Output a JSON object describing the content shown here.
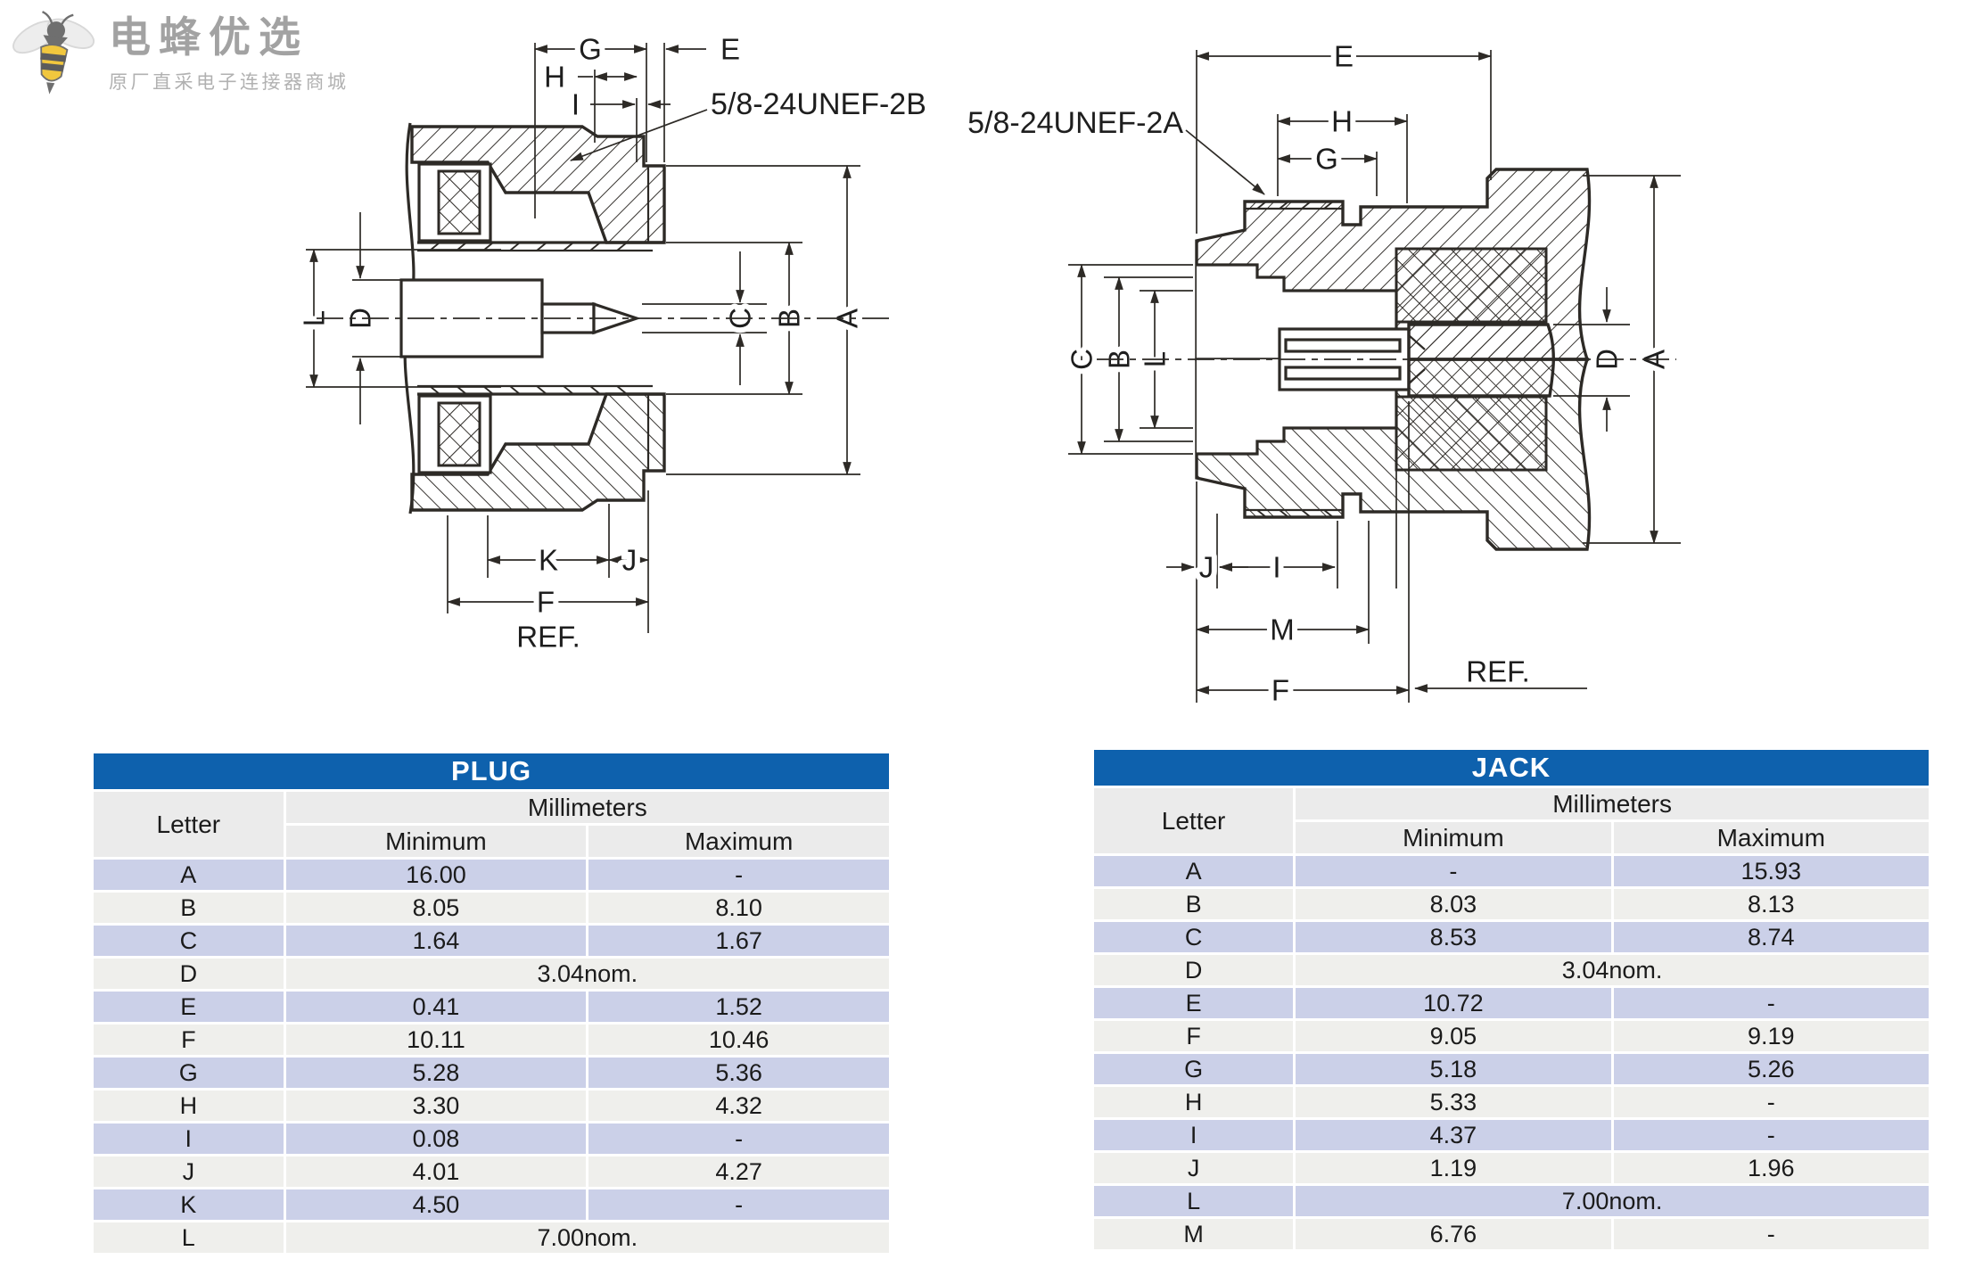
{
  "logo": {
    "brand": "电蜂优选",
    "tagline": "原厂直采电子连接器商城"
  },
  "plug_drawing": {
    "thread_label": "5/8-24UNEF-2B",
    "labels": {
      "g": "G",
      "e": "E",
      "h": "H",
      "i": "I",
      "l": "L",
      "d": "D",
      "c": "C",
      "b": "B",
      "a": "A",
      "k": "K",
      "j": "J",
      "f": "F",
      "ref": "REF."
    }
  },
  "jack_drawing": {
    "thread_label": "5/8-24UNEF-2A",
    "labels": {
      "e": "E",
      "h": "H",
      "g": "G",
      "c": "C",
      "b": "B",
      "l": "L",
      "d": "D",
      "a": "A",
      "j": "J",
      "i": "I",
      "m": "M",
      "f": "F",
      "ref": "REF."
    }
  },
  "plug_table": {
    "title": "PLUG",
    "col_letter": "Letter",
    "col_group": "Millimeters",
    "col_min": "Minimum",
    "col_max": "Maximum",
    "rows": [
      {
        "letter": "A",
        "min": "16.00",
        "max": "-"
      },
      {
        "letter": "B",
        "min": "8.05",
        "max": "8.10"
      },
      {
        "letter": "C",
        "min": "1.64",
        "max": "1.67"
      },
      {
        "letter": "D",
        "span": "3.04nom."
      },
      {
        "letter": "E",
        "min": "0.41",
        "max": "1.52"
      },
      {
        "letter": "F",
        "min": "10.11",
        "max": "10.46"
      },
      {
        "letter": "G",
        "min": "5.28",
        "max": "5.36"
      },
      {
        "letter": "H",
        "min": "3.30",
        "max": "4.32"
      },
      {
        "letter": "I",
        "min": "0.08",
        "max": "-"
      },
      {
        "letter": "J",
        "min": "4.01",
        "max": "4.27"
      },
      {
        "letter": "K",
        "min": "4.50",
        "max": "-"
      },
      {
        "letter": "L",
        "span": "7.00nom."
      }
    ]
  },
  "jack_table": {
    "title": "JACK",
    "col_letter": "Letter",
    "col_group": "Millimeters",
    "col_min": "Minimum",
    "col_max": "Maximum",
    "rows": [
      {
        "letter": "A",
        "min": "-",
        "max": "15.93"
      },
      {
        "letter": "B",
        "min": "8.03",
        "max": "8.13"
      },
      {
        "letter": "C",
        "min": "8.53",
        "max": "8.74"
      },
      {
        "letter": "D",
        "span": "3.04nom."
      },
      {
        "letter": "E",
        "min": "10.72",
        "max": "-"
      },
      {
        "letter": "F",
        "min": "9.05",
        "max": "9.19"
      },
      {
        "letter": "G",
        "min": "5.18",
        "max": "5.26"
      },
      {
        "letter": "H",
        "min": "5.33",
        "max": "-"
      },
      {
        "letter": "I",
        "min": "4.37",
        "max": "-"
      },
      {
        "letter": "J",
        "min": "1.19",
        "max": "1.96"
      },
      {
        "letter": "L",
        "span": "7.00nom."
      },
      {
        "letter": "M",
        "min": "6.76",
        "max": "-"
      }
    ]
  },
  "colors": {
    "accent_blue": "#0e61ad",
    "row_blue": "#cbd0e8",
    "row_grey": "#efefec",
    "header_grey": "#ebebeb",
    "line_color": "#2d2a26"
  }
}
